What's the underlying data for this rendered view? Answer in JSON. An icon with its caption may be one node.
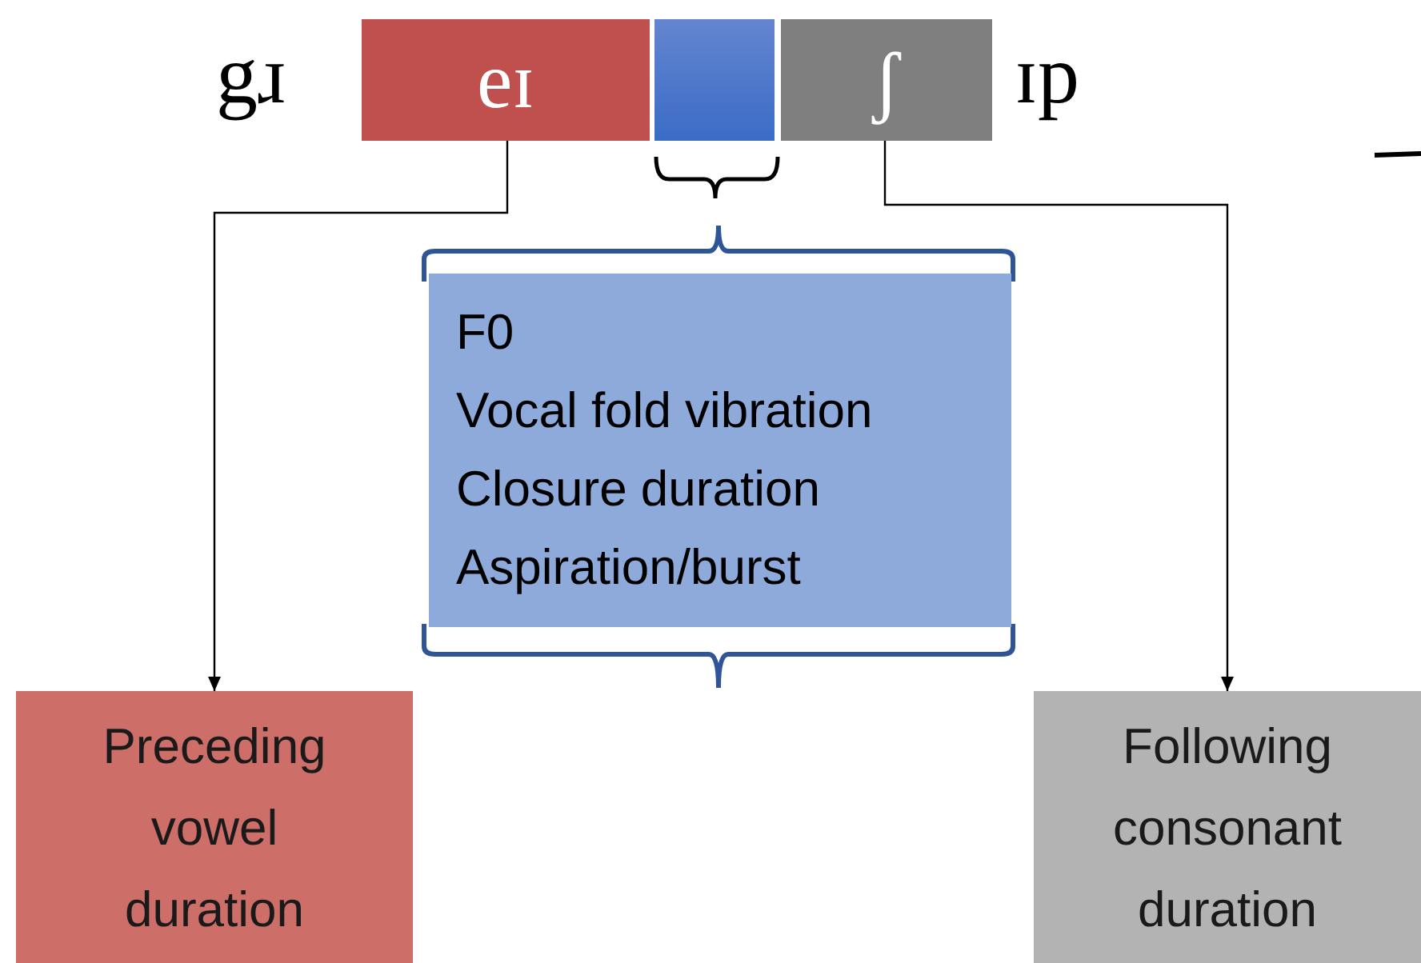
{
  "diagram": {
    "nodes": [
      {
        "text": [
          "eɪ"
        ]
      },
      {
        "text": [],
        "shape": "box"
      },
      {
        "text": [
          "ʃ"
        ]
      },
      {
        "text": [
          "F0",
          "Vocal fold vibration",
          "Closure duration",
          "Aspiration/burst"
        ]
      },
      {
        "text": [
          "Preceding vowel duration"
        ]
      },
      {
        "text": [
          "Following consonant duration"
        ]
      }
    ],
    "edges": [
      {
        "from": 0,
        "to": 4,
        "arrow": "to"
      },
      {
        "from": 2,
        "to": 5,
        "arrow": "to"
      }
    ],
    "labels": [
      "gɹ",
      "ɪp"
    ]
  }
}
